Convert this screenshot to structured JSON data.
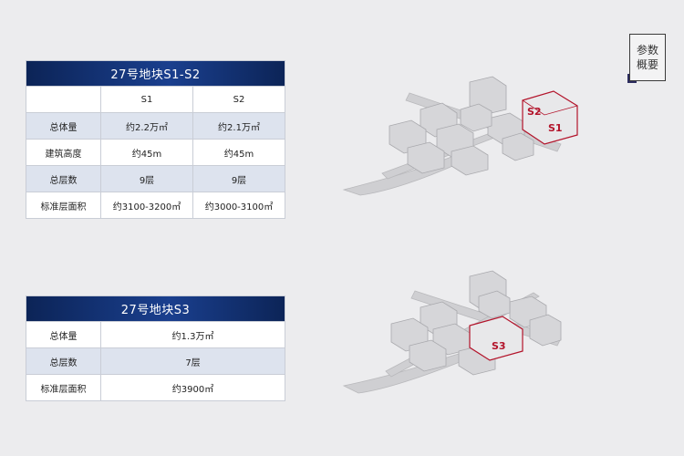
{
  "badge": {
    "line1": "参数",
    "line2": "概要"
  },
  "table1": {
    "title": "27号地块S1-S2",
    "columns": [
      "",
      "S1",
      "S2"
    ],
    "rows": [
      {
        "label": "总体量",
        "s1": "约2.2万㎡",
        "s2": "约2.1万㎡"
      },
      {
        "label": "建筑高度",
        "s1": "约45m",
        "s2": "约45m"
      },
      {
        "label": "总层数",
        "s1": "9层",
        "s2": "9层"
      },
      {
        "label": "标准层面积",
        "s1": "约3100-3200㎡",
        "s2": "约3000-3100㎡"
      }
    ]
  },
  "table2": {
    "title": "27号地块S3",
    "rows": [
      {
        "label": "总体量",
        "value": "约1.3万㎡"
      },
      {
        "label": "总层数",
        "value": "7层"
      },
      {
        "label": "标准层面积",
        "value": "约3900㎡"
      }
    ]
  },
  "illustration1": {
    "labels": [
      "S2",
      "S1"
    ],
    "highlight_color": "#b3142b"
  },
  "illustration2": {
    "labels": [
      "S3"
    ],
    "highlight_color": "#b3142b"
  }
}
